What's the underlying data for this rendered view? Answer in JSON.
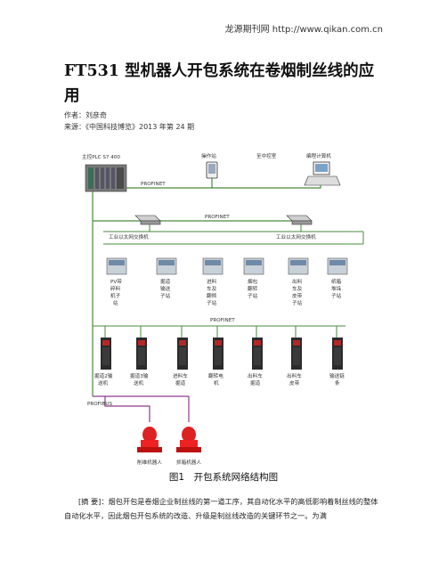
{
  "header": "龙源期刊网 http://www.qikan.com.cn",
  "title": "FT531 型机器人开包系统在卷烟制丝线的应用",
  "author": "作者：刘彦奇",
  "source": "来源：《中国科技博览》2013 年第 24 期",
  "figure": {
    "caption": "图1　开包系统网络结构图",
    "plc_label": "主控PLC S7 400",
    "top_devices": [
      "操作站",
      "至中控室",
      "编程计算机"
    ],
    "profinet_label": "PROFINET",
    "profibus_label": "PROFIBUS",
    "switch_label": "工业以太网交换机",
    "substations": [
      [
        "PV带",
        "碎料",
        "机子",
        "站"
      ],
      [
        "掘道",
        "输送",
        "子站"
      ],
      [
        "进料",
        "车及",
        "翻倾",
        "子站"
      ],
      [
        "烟包",
        "翻转",
        "子站"
      ],
      [
        "出料",
        "车及",
        "皮带",
        "子站"
      ],
      [
        "纸箱",
        "堆垛",
        "子站"
      ]
    ],
    "drives": [
      [
        "掘道2输",
        "送机"
      ],
      [
        "掘道3输",
        "送机"
      ],
      [
        "进料车",
        "掘道"
      ],
      [
        "翻转电",
        "机"
      ],
      [
        "出料车",
        "掘道"
      ],
      [
        "出料车",
        "皮带"
      ],
      [
        "输送链",
        "条"
      ]
    ],
    "robots": [
      "削维机器人",
      "抓箱机器人"
    ]
  },
  "abstract": "[摘 要]：烟包开包是卷烟企业制丝线的第一道工序，其自动化水平的高低影响着制丝线的整体自动化水平，因此烟包开包系统的改造、升级是制丝线改造的关键环节之一。为满"
}
